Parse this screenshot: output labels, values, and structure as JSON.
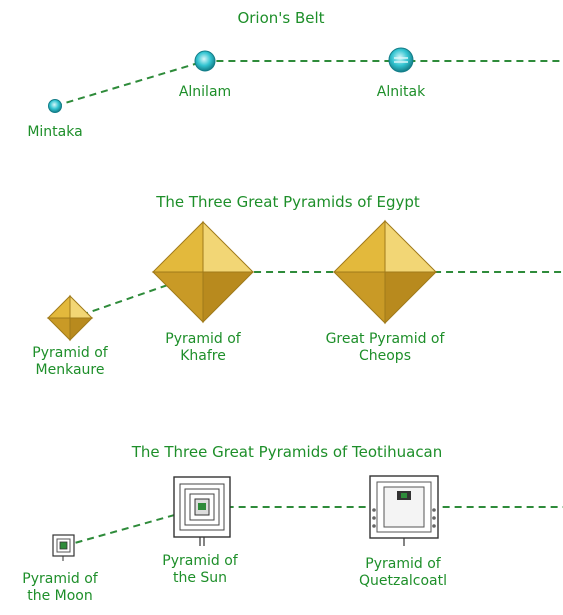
{
  "panels": {
    "orion": {
      "title": "Orion's Belt",
      "stars": [
        "Mintaka",
        "Alnilam",
        "Alnitak"
      ]
    },
    "egypt": {
      "title": "The Three Great Pyramids of Egypt",
      "pyramids": [
        "Pyramid of Menkaure",
        "Pyramid of Khafre",
        "Great Pyramid of Cheops"
      ]
    },
    "teotihuacan": {
      "title": "The Three Great Pyramids of Teotihuacan",
      "pyramids": [
        "Pyramid of the Moon",
        "Pyramid of the Sun",
        "Pyramid of Quetzalcoatl"
      ]
    }
  },
  "colors": {
    "label_green": "#1e8f2a",
    "line_green": "#2e8b3a",
    "star_cyan": "#33c4d1",
    "pyramid_gold": "#e8c24a"
  },
  "icons": [
    "star-dot-icon",
    "egypt-pyramid-icon",
    "teotihuacan-pyramid-icon"
  ]
}
